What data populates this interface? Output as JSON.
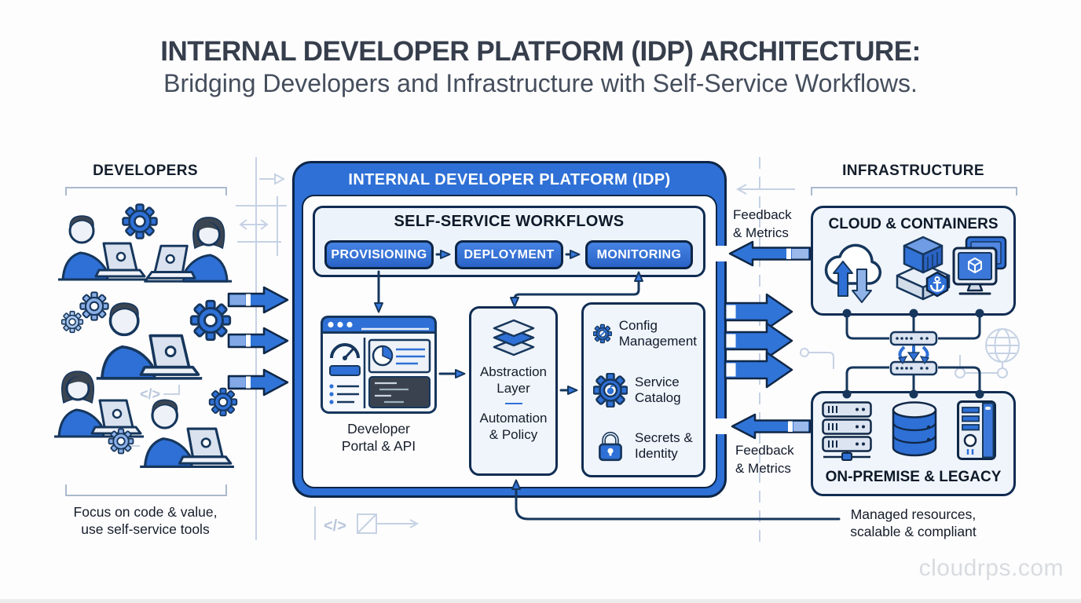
{
  "title": {
    "line1": "INTERNAL DEVELOPER PLATFORM (IDP) ARCHITECTURE:",
    "line2": "Bridging Developers and Infrastructure with Self-Service Workflows."
  },
  "developers": {
    "heading": "DEVELOPERS",
    "caption_line1": "Focus on code & value,",
    "caption_line2": "use self-service tools"
  },
  "idp": {
    "header": "INTERNAL DEVELOPER PLATFORM (IDP)",
    "workflows": {
      "title": "SELF-SERVICE WORKFLOWS",
      "steps": [
        {
          "label": "PROVISIONING"
        },
        {
          "label": "DEPLOYMENT"
        },
        {
          "label": "MONITORING"
        }
      ]
    },
    "portal": {
      "caption_line1": "Developer",
      "caption_line2": "Portal & API"
    },
    "abstraction": {
      "label_top": "Abstraction Layer",
      "label_bottom": "Automation & Policy"
    },
    "tools": [
      {
        "icon": "gear-wrench-icon",
        "label_line1": "Config",
        "label_line2": "Management"
      },
      {
        "icon": "gear-catalog-icon",
        "label_line1": "Service",
        "label_line2": "Catalog"
      },
      {
        "icon": "padlock-icon",
        "label_line1": "Secrets &",
        "label_line2": "Identity"
      }
    ]
  },
  "feedback": {
    "top": {
      "line1": "Feedback",
      "line2": "& Metrics"
    },
    "bottom": {
      "line1": "Feedback",
      "line2": "& Metrics"
    }
  },
  "infrastructure": {
    "heading": "INFRASTRUCTURE",
    "cloud_box": {
      "title": "CLOUD & CONTAINERS"
    },
    "onprem_box": {
      "title": "ON-PREMISE & LEGACY"
    },
    "caption_line1": "Managed resources,",
    "caption_line2": "scalable & compliant"
  },
  "decor": {
    "code_glyph": "</>"
  },
  "watermark": "cloudrps.com",
  "colors": {
    "accent_blue": "#2e70d6",
    "navy_outline": "#102c52",
    "panel_light": "#f0f5fb",
    "decor_line": "#c6d2e4"
  }
}
